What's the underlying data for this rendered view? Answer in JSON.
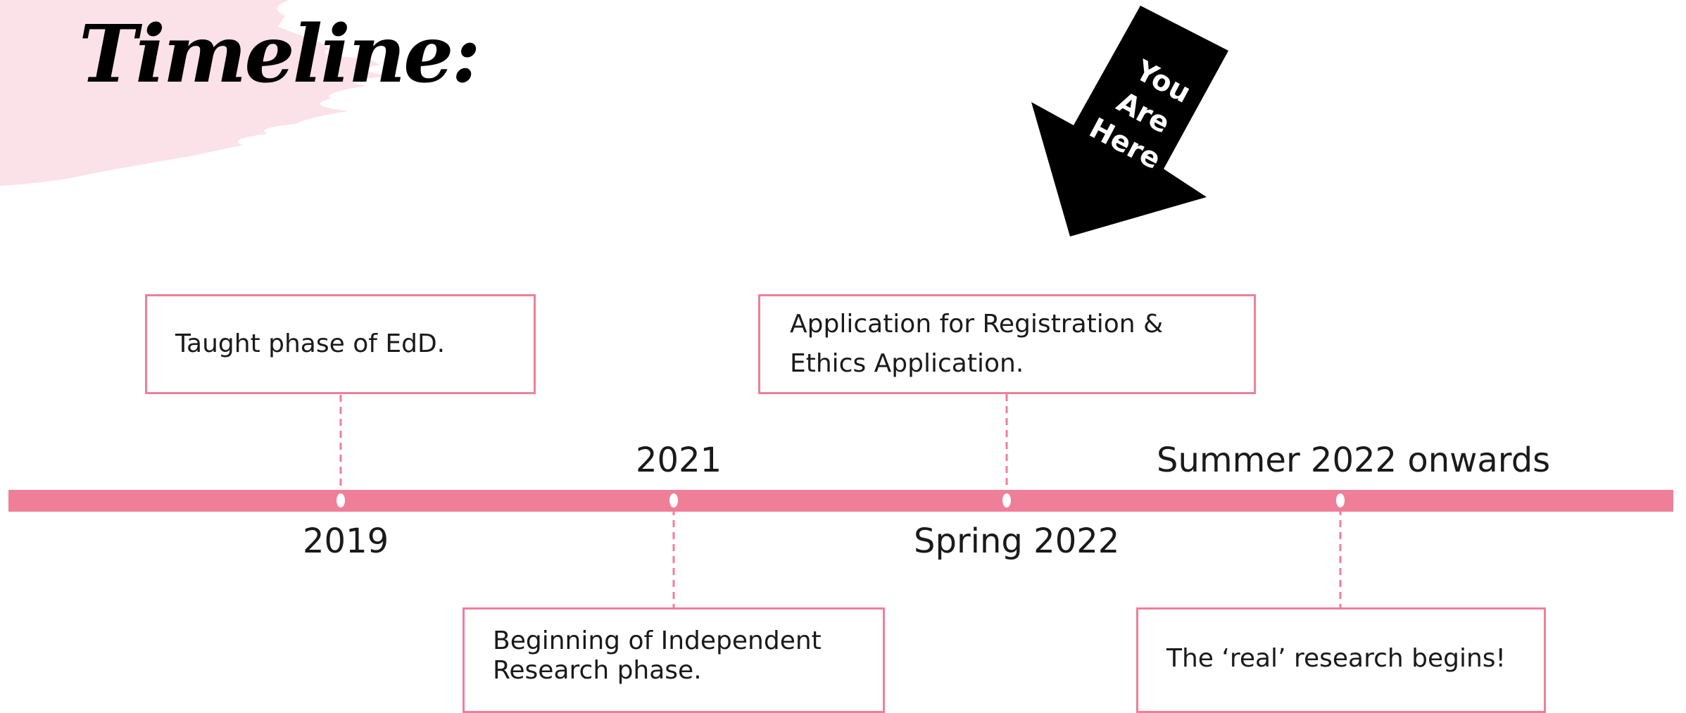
{
  "title": "Timeline:",
  "marker": {
    "text": [
      "You",
      "Are",
      "Here"
    ],
    "fill": "#000000",
    "text_color": "#ffffff"
  },
  "colors": {
    "accent": "#ef7f99",
    "brush": "#fbe1e8",
    "text": "#1a1a1a"
  },
  "events": [
    {
      "date": "2019",
      "description": "Taught phase of EdD."
    },
    {
      "date": "2021",
      "description": "Beginning of Independent\nResearch phase."
    },
    {
      "date": "Spring 2022",
      "description": "Application for Registration &\nEthics Application."
    },
    {
      "date": "Summer 2022 onwards",
      "description": "The ‘real’ research begins!"
    }
  ]
}
